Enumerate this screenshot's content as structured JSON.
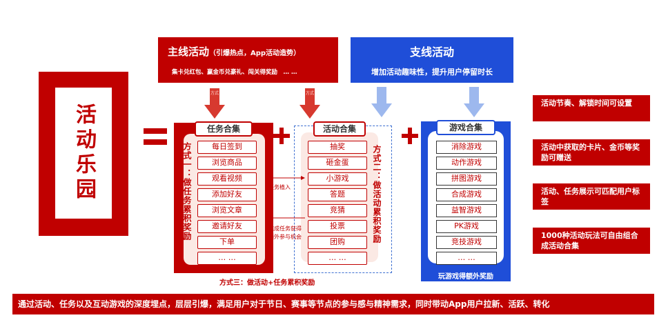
{
  "park": {
    "title": "活动乐园"
  },
  "main_line": {
    "title": "主线活动",
    "title_note": "（引爆热点，App活动造势）",
    "subtitle": "集卡兑红包、赢金币兑豪礼、闯关得奖励　… …",
    "arrow_label": "方式"
  },
  "branch_line": {
    "title": "支线活动",
    "subtitle": "增加活动趣味性，提升用户停留时长"
  },
  "task_set": {
    "title": "任务合集",
    "side_label": "方式一：做任务累积奖励",
    "items": [
      "每日签到",
      "浏览商品",
      "观看视频",
      "添加好友",
      "浏览文章",
      "邀请好友",
      "下单",
      "… …"
    ]
  },
  "activity_set": {
    "title": "活动合集",
    "side_label": "方式二：做活动累积奖励",
    "items": [
      "抽奖",
      "砸金蛋",
      "小游戏",
      "答题",
      "竞猜",
      "投票",
      "团购",
      "… …"
    ]
  },
  "game_set": {
    "title": "游戏合集",
    "items": [
      "消除游戏",
      "动作游戏",
      "拼图游戏",
      "合成游戏",
      "益智游戏",
      "PK游戏",
      "竞技游戏",
      "… …"
    ],
    "footer": "玩游戏得额外奖励"
  },
  "connectors": {
    "task_embed": "任务植入",
    "complete_note": "完成任务获得额外参与机会"
  },
  "method3": "方式三：做活动+任务累积奖励",
  "notes": [
    "活动节奏、解锁时间可设置",
    "活动中获取的卡片、金币等奖励可赠送",
    "活动、任务展示可匹配用户标签",
    "1000种活动玩法可自由组合成活动合集"
  ],
  "bottom_text": "通过活动、任务以及互动游戏的深度埋点，层层引爆，满足用户对于节日、赛事等节点的参与感与精神需求，同时带动App用户拉新、活跃、转化",
  "colors": {
    "red": "#c00000",
    "blue": "#1f4ed8",
    "light_blue": "#9db8ee",
    "pink_bg": "#fbe9e4"
  }
}
